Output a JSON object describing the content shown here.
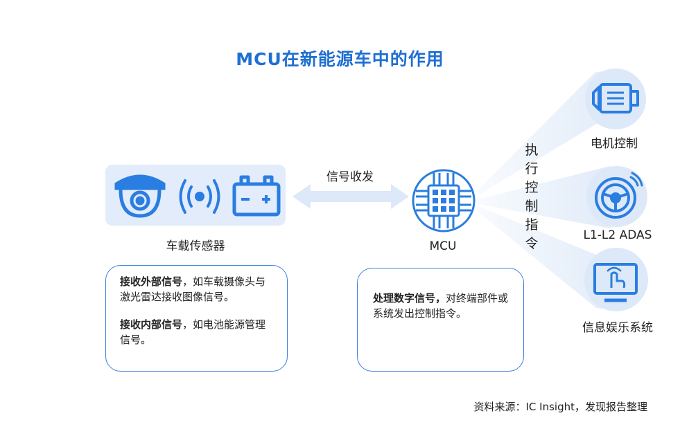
{
  "title": "MCU在新能源车中的作用",
  "sensor": {
    "label": "车载传感器",
    "icons": [
      "camera-icon",
      "wireless-signal-icon",
      "battery-icon"
    ]
  },
  "signal_label": "信号收发",
  "mcu": {
    "label": "MCU",
    "icon": "chip-icon"
  },
  "exec_label": [
    "执",
    "行",
    "控",
    "制",
    "指",
    "令"
  ],
  "outputs": [
    {
      "label": "电机控制",
      "icon": "motor-icon"
    },
    {
      "label": "L1-L2 ADAS",
      "icon": "steering-wheel-icon"
    },
    {
      "label": "信息娱乐系统",
      "icon": "touchscreen-icon"
    }
  ],
  "left_box": {
    "p1_bold": "接收外部信号",
    "p1_rest": "，如车载摄像头与激光雷达接收图像信号。",
    "p2_bold": "接收内部信号",
    "p2_rest": "，如电池能源管理信号。"
  },
  "mid_box": {
    "p1_bold": "处理数字信号，",
    "p1_rest": "对终端部件或系统发出控制指令。"
  },
  "source": "资料来源：IC Insight，发现报告整理",
  "colors": {
    "accent": "#1e6fd1",
    "icon": "#2a7de1",
    "light": "#e2ecfb",
    "beam": "#dde9f8"
  }
}
